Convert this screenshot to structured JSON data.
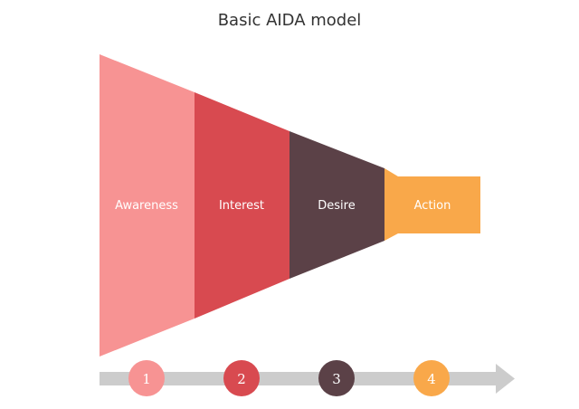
{
  "title": "Basic AIDA model",
  "stages": [
    {
      "label": "Awareness",
      "color": "#F79393",
      "step": "1"
    },
    {
      "label": "Interest",
      "color": "#D84A50",
      "step": "2"
    },
    {
      "label": "Desire",
      "color": "#5B4147",
      "step": "3"
    },
    {
      "label": "Action",
      "color": "#F9A84A",
      "step": "4"
    }
  ],
  "timeline": {
    "color": "#CCCCCC",
    "direction": "right"
  }
}
